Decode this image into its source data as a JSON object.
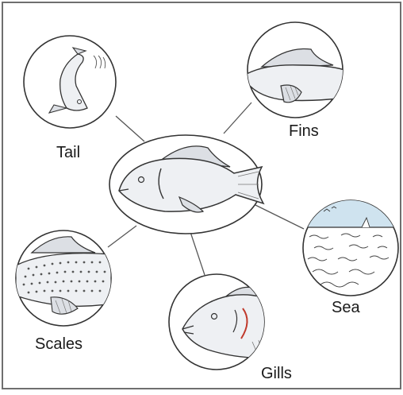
{
  "diagram": {
    "center_node": {
      "icon": "fish-icon"
    },
    "nodes": [
      {
        "id": "tail",
        "label": "Tail",
        "icon": "fish-tail-icon"
      },
      {
        "id": "fins",
        "label": "Fins",
        "icon": "fish-fins-icon"
      },
      {
        "id": "sea",
        "label": "Sea",
        "icon": "sea-waves-icon"
      },
      {
        "id": "scales",
        "label": "Scales",
        "icon": "fish-scales-icon"
      },
      {
        "id": "gills",
        "label": "Gills",
        "icon": "fish-gills-icon"
      }
    ],
    "colors": {
      "line": "#4a4a4a",
      "fish_fill": "#eef0f3",
      "fin_fill": "#dcdfe4",
      "sky_fill": "#cfe3ef",
      "frame": "#6f6f6f"
    }
  }
}
